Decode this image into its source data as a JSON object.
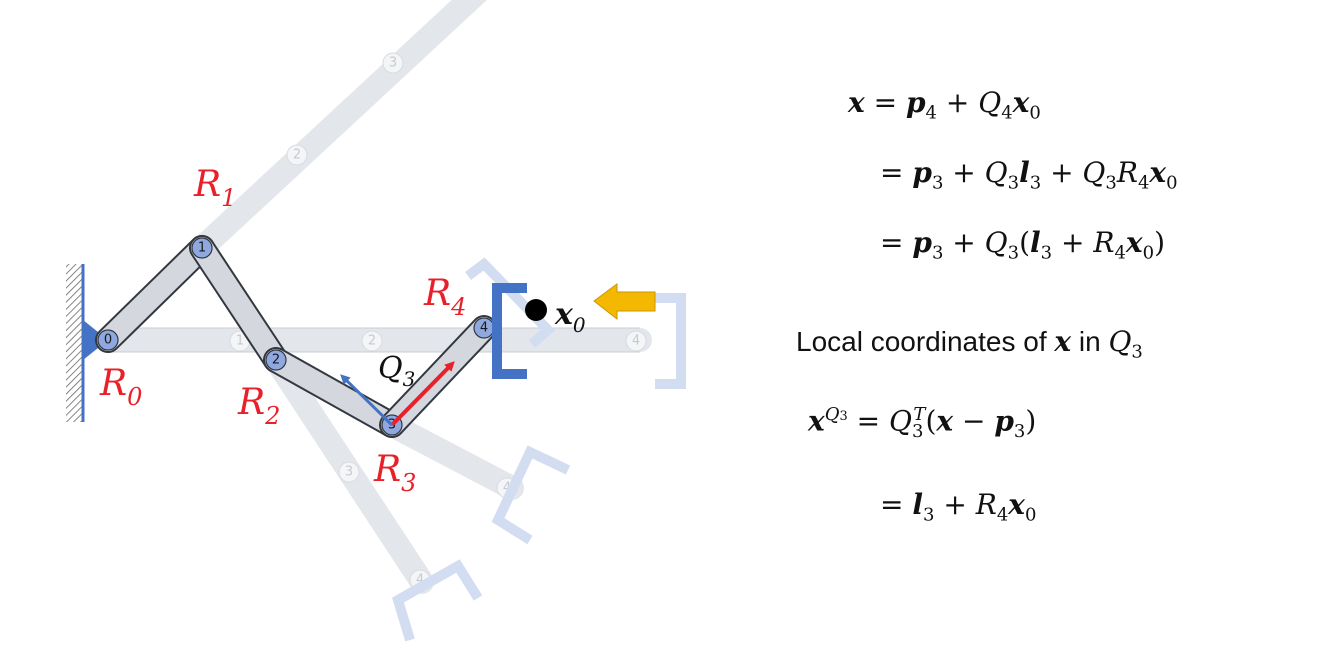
{
  "diagram": {
    "labels": {
      "R0": {
        "main": "R",
        "sub": "0"
      },
      "R1": {
        "main": "R",
        "sub": "1"
      },
      "R2": {
        "main": "R",
        "sub": "2"
      },
      "R3": {
        "main": "R",
        "sub": "3"
      },
      "R4": {
        "main": "R",
        "sub": "4"
      },
      "Q3": {
        "main": "Q",
        "sub": "3"
      },
      "x0": {
        "main": "x",
        "sub": "0"
      }
    },
    "joints": [
      "0",
      "1",
      "2",
      "3",
      "4"
    ],
    "ghost_joints": [
      "1",
      "2",
      "4",
      "2",
      "3",
      "4",
      "3",
      "4"
    ],
    "colors": {
      "link_fill": "#d4d8de",
      "link_stroke": "#333840",
      "joint_fill": "#8fa8e0",
      "ghost": "#eceef2",
      "ghost_gripper": "#d3ddf1",
      "gripper": "#4472c4",
      "label_red": "#e8202a",
      "arrow_red": "#e8202a",
      "arrow_blue": "#4472c4",
      "arrow_yellow": "#f5b800"
    }
  },
  "equations": {
    "eq1": {
      "lhs": "x",
      "rel": " = ",
      "t1": "p",
      "t1s": "4",
      "t2": " + Q",
      "t2s": "4",
      "t3": "x",
      "t3s": "0"
    },
    "eq2": {
      "rel": "= ",
      "t1": "p",
      "t1s": "3",
      "t2": " + Q",
      "t2s": "3",
      "t3": "l",
      "t3s": "3",
      "t4": " + Q",
      "t4s": "3",
      "t5": "R",
      "t5s": "4",
      "t6": "x",
      "t6s": "0"
    },
    "eq3": {
      "rel": "= ",
      "t1": "p",
      "t1s": "3",
      "t2": " + Q",
      "t2s": "3",
      "t3": "(",
      "t4": "l",
      "t4s": "3",
      "t5": " + R",
      "t5s": "4",
      "t6": "x",
      "t6s": "0",
      "t7": ")"
    },
    "local_text": {
      "pre": "Local coordinates of ",
      "x": "x",
      "mid": " in ",
      "q": "Q",
      "qs": "3"
    },
    "eq4": {
      "lhs": "x",
      "sup": "Q",
      "supsub": "3",
      "rel": " = Q",
      "qsub": "3",
      "qsup": "T",
      "t1": "(",
      "t2": "x",
      "t3": " − ",
      "t4": "p",
      "t4s": "3",
      "t5": ")"
    },
    "eq5": {
      "rel": "= ",
      "t1": "l",
      "t1s": "3",
      "t2": " + R",
      "t2s": "4",
      "t3": "x",
      "t3s": "0"
    }
  }
}
